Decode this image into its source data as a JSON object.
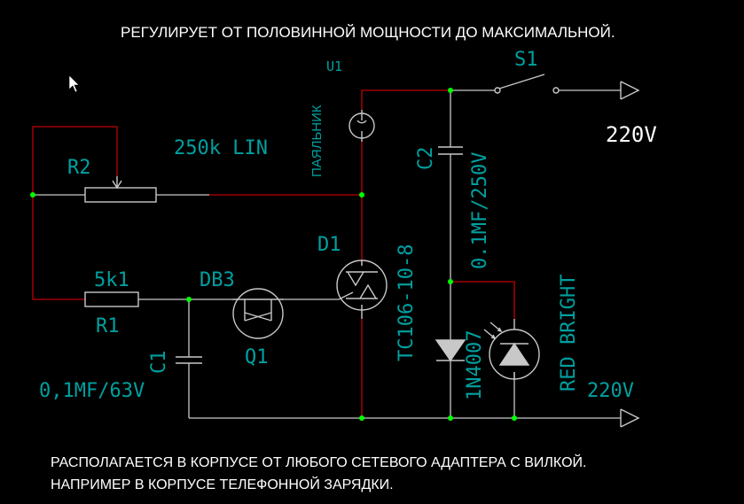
{
  "header": {
    "note_top": "РЕГУЛИРУЕТ ОТ ПОЛОВИННОЙ МОЩНОСТИ ДО МАКСИМАЛЬНОЙ."
  },
  "footer": {
    "note_line1": "РАСПОЛАГАЕТСЯ В КОРПУСЕ ОТ ЛЮБОГО СЕТЕВОГО АДАПТЕРА  С ВИЛКОЙ.",
    "note_line2": "НАПРИМЕР В КОРПУСЕ ТЕЛЕФОННОЙ ЗАРЯДКИ."
  },
  "components": {
    "u1": {
      "ref": "U1",
      "value": "ПАЯЛЬНИК"
    },
    "s1": {
      "ref": "S1"
    },
    "r2": {
      "ref": "R2",
      "value": "250k LIN"
    },
    "r1": {
      "ref": "R1",
      "value": "5k1"
    },
    "db3": {
      "ref": "DB3"
    },
    "q1": {
      "ref": "Q1"
    },
    "d1": {
      "ref": "D1",
      "value": "TC106-10-8"
    },
    "c1": {
      "ref": "C1",
      "value": "0,1MF/63V"
    },
    "c2": {
      "ref": "C2",
      "value": "0.1MF/250V"
    },
    "diode": {
      "value": "1N4007"
    },
    "led": {
      "value": "RED BRIGHT"
    }
  },
  "ports": {
    "top": "220V",
    "bottom": "220V"
  },
  "colors": {
    "background": "#000000",
    "component": "#c8c8c8",
    "label": "#00a0a0",
    "wire": "#c00000",
    "node": "#00ff00",
    "text": "#ffffff"
  }
}
